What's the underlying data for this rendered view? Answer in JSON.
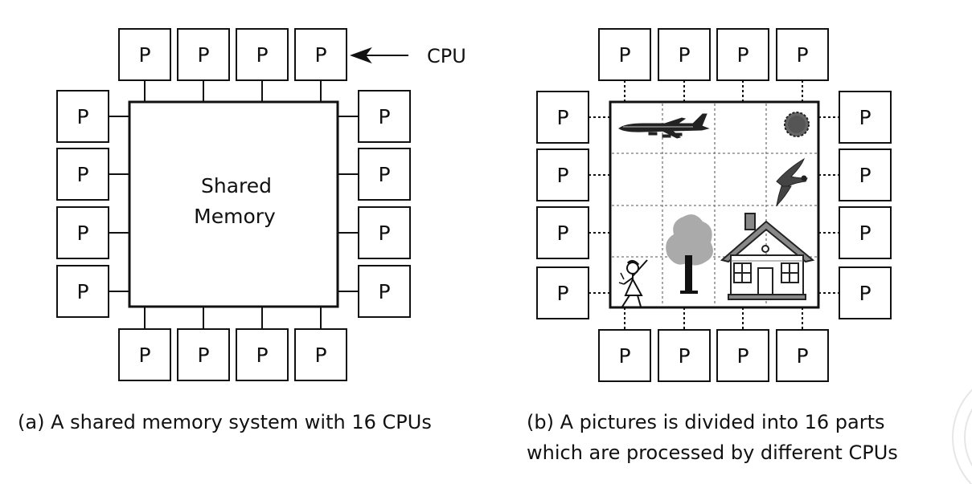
{
  "processor_label": "P",
  "left_diagram": {
    "memory_label_line1": "Shared",
    "memory_label_line2": "Memory",
    "cpu_pointer_label": "CPU",
    "caption": "(a)  A shared memory system with 16 CPUs"
  },
  "right_diagram": {
    "grid": "4x4",
    "picture_icons": [
      "airplane-icon",
      "sun-icon",
      "bird-icon",
      "tree-icon",
      "house-icon",
      "girl-icon"
    ],
    "caption_line1": "(b) A pictures is divided into 16 parts",
    "caption_line2": "which are processed by different CPUs"
  },
  "colors": {
    "stroke": "#111111",
    "grid_line": "#777777",
    "tree": "#aaaaaa",
    "watermark": "#e6e6e6"
  }
}
